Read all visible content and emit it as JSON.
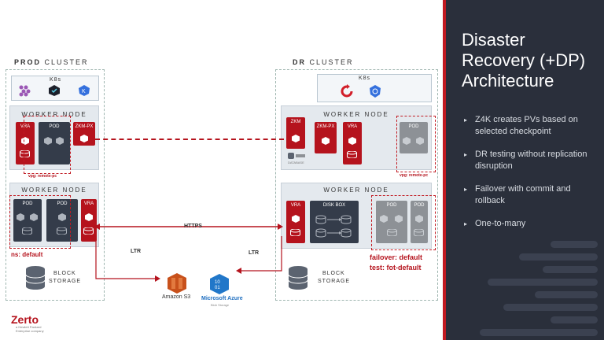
{
  "prod_cluster": {
    "title_strong": "PROD",
    "title_light": "CLUSTER",
    "k8s": "K8s",
    "worker_node_1": "WORKER NODE",
    "worker_node_2": "WORKER NODE",
    "vra": "VRA",
    "pod": "POD",
    "zkm_px": "ZKM-PX",
    "vpg_label": "vpg: remote-pc",
    "ns_label": "ns: default",
    "block_storage_1": "BLOCK",
    "block_storage_2": "STORAGE"
  },
  "dr_cluster": {
    "title_strong": "DR",
    "title_light": "CLUSTER",
    "k8s": "K8s",
    "worker_node_1": "WORKER NODE",
    "worker_node_2": "WORKER NODE",
    "zkm": "ZKM",
    "zkm_px": "ZKM-PX",
    "vra": "VRA",
    "pod": "POD",
    "disk_box": "DISK BOX",
    "vpg_label": "vpg: remote-pc",
    "failover": "failover: default",
    "test": "test: fot-default",
    "block_storage_1": "BLOCK",
    "block_storage_2": "STORAGE",
    "db_caption": "DATABASE"
  },
  "links": {
    "https": "HTTPS",
    "ltr_left": "LTR",
    "ltr_right": "LTR"
  },
  "cloud": {
    "s3": "Amazon S3",
    "azure": "Microsoft Azure",
    "azure_sub": "Blob Storage"
  },
  "brand": {
    "logo": "Zerto",
    "sub1": "a Hewlett Packard",
    "sub2": "Enterprise company"
  },
  "panel": {
    "title": "Disaster Recovery (+DP) Architecture",
    "bullets": [
      "Z4K creates PVs based on selected checkpoint",
      "DR testing without replication disruption",
      "Failover with commit and rollback",
      "One-to-many"
    ]
  },
  "colors": {
    "accent_red": "#b5131d",
    "panel_bg": "#2a2f3b",
    "pod_dark": "#343c4a"
  }
}
